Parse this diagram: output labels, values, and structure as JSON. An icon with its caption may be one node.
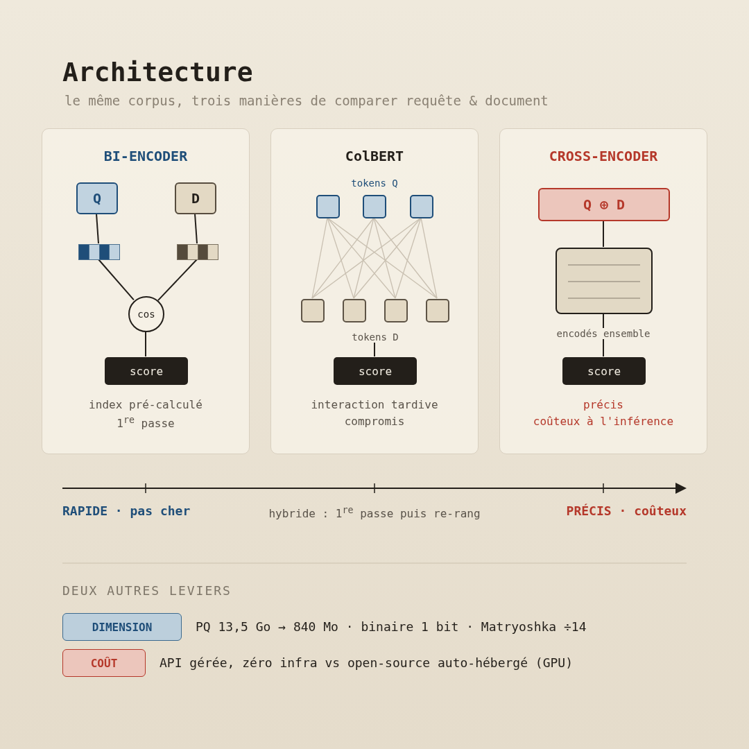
{
  "diagram": {
    "title": "Architecture",
    "nodes": [
      {
        "text": [
          "BI-ENCODER",
          "index pré-calculé",
          "1$^{re}$ passe"
        ]
      },
      {
        "text": [
          "Q"
        ],
        "in": 0
      },
      {
        "text": [
          "D"
        ],
        "in": 0
      },
      {
        "text": [],
        "shape": "bar",
        "in": 0
      },
      {
        "text": [],
        "shape": "bar",
        "in": 0
      },
      {
        "text": [
          "cos"
        ],
        "in": 0
      },
      {
        "text": [
          "score"
        ],
        "in": 0
      },
      {
        "text": [
          "ColBERT",
          "interaction tardive",
          "compromis"
        ]
      },
      {
        "text": [],
        "shape": "box",
        "in": 7
      },
      {
        "text": [],
        "shape": "box",
        "in": 7
      },
      {
        "text": [],
        "shape": "box",
        "in": 7
      },
      {
        "text": [],
        "shape": "box",
        "in": 7
      },
      {
        "text": [],
        "shape": "box",
        "in": 7
      },
      {
        "text": [],
        "shape": "box",
        "in": 7
      },
      {
        "text": [],
        "shape": "box",
        "in": 7
      },
      {
        "text": [
          "tokens D"
        ],
        "in": 7
      },
      {
        "text": [
          "score"
        ],
        "in": 7
      },
      {
        "text": [
          "CROSS-ENCODER",
          "précis",
          "coûteux à l'inférence"
        ]
      },
      {
        "text": [
          "Q ⊕ D"
        ],
        "in": 17
      },
      {
        "text": [],
        "shape": "box",
        "in": 17
      },
      {
        "text": [
          "score"
        ],
        "in": 17
      },
      {
        "text": [
          "DIMENSION"
        ],
        "beside": [
          "PQ 13,5 Go → 840 Mo · binaire 1 bit · Matryoshka ÷14"
        ]
      },
      {
        "text": [
          "COÛT"
        ],
        "beside": [
          "API gérée, zéro infra vs open-source auto-hébergé (GPU)"
        ]
      }
    ],
    "edges": [
      {
        "from": 1,
        "to": 3,
        "arrow": "none",
        "color": "#231f1a"
      },
      {
        "from": 2,
        "to": 4,
        "arrow": "none",
        "color": "#231f1a"
      },
      {
        "from": 3,
        "to": 5,
        "arrow": "none",
        "color": "#231f1a"
      },
      {
        "from": 4,
        "to": 5,
        "arrow": "none",
        "color": "#231f1a"
      },
      {
        "from": 5,
        "to": 6,
        "arrow": "none",
        "color": "#231f1a"
      },
      {
        "from": 8,
        "to": 11,
        "arrow": "none"
      },
      {
        "from": 8,
        "to": 12,
        "arrow": "none"
      },
      {
        "from": 8,
        "to": 13,
        "arrow": "none"
      },
      {
        "from": 8,
        "to": 14,
        "arrow": "none"
      },
      {
        "from": 9,
        "to": 11,
        "arrow": "none"
      },
      {
        "from": 9,
        "to": 12,
        "arrow": "none"
      },
      {
        "from": 9,
        "to": 13,
        "arrow": "none"
      },
      {
        "from": 9,
        "to": 14,
        "arrow": "none"
      },
      {
        "from": 10,
        "to": 11,
        "arrow": "none"
      },
      {
        "from": 10,
        "to": 12,
        "arrow": "none"
      },
      {
        "from": 10,
        "to": 13,
        "arrow": "none"
      },
      {
        "from": 10,
        "to": 14,
        "arrow": "none"
      },
      {
        "from": 15,
        "to": 16,
        "arrow": "none",
        "color": "#231f1a"
      },
      {
        "from": 18,
        "to": 19,
        "arrow": "none",
        "color": "#231f1a"
      },
      {
        "from": 19,
        "to": 20,
        "arrow": "none",
        "label": "encodés ensemble",
        "color": "#231f1a"
      }
    ],
    "labels": [
      "le même corpus, trois manières de comparer requête & document",
      "tokens Q",
      "RAPIDE · pas cher",
      "hybride : 1$^{re}$ passe puis re-rang",
      "PRÉCIS · coûteux",
      "DEUX AUTRES LEVIERS"
    ]
  }
}
